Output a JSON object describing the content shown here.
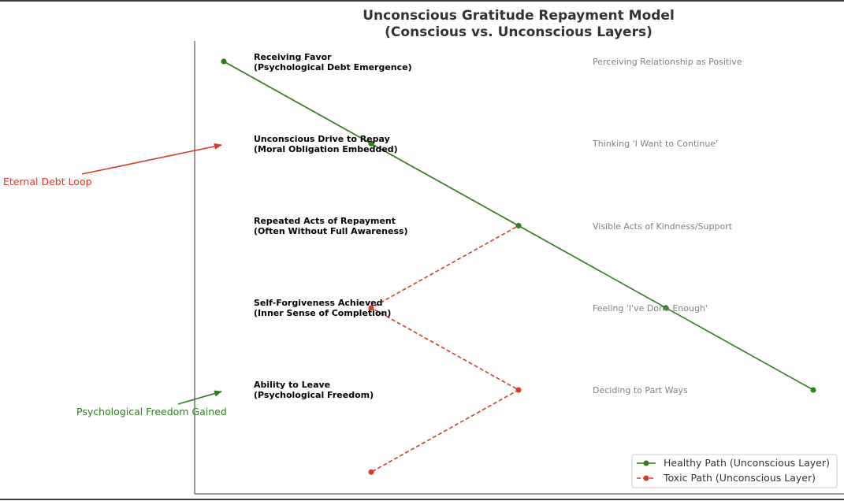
{
  "title": {
    "line1": "Unconscious Gratitude Repayment Model",
    "line2": "(Conscious vs. Unconscious Layers)"
  },
  "stages": [
    {
      "line1": "Receiving Favor",
      "line2": "(Psychological Debt Emergence)",
      "conscious": "Perceiving Relationship as Positive"
    },
    {
      "line1": "Unconscious Drive to Repay",
      "line2": "(Moral Obligation Embedded)",
      "conscious": "Thinking 'I Want to Continue'"
    },
    {
      "line1": "Repeated Acts of Repayment",
      "line2": "(Often Without Full Awareness)",
      "conscious": "Visible Acts of Kindness/Support"
    },
    {
      "line1": "Self-Forgiveness Achieved",
      "line2": "(Inner Sense of Completion)",
      "conscious": "Feeling 'I've Done Enough'"
    },
    {
      "line1": "Ability to Leave",
      "line2": "(Psychological Freedom)",
      "conscious": "Deciding to Part Ways"
    }
  ],
  "annotations": {
    "debt_loop": "Eternal Debt Loop",
    "freedom": "Psychological Freedom Gained"
  },
  "legend": {
    "healthy": "Healthy Path (Unconscious Layer)",
    "toxic": "Toxic Path (Unconscious Layer)"
  },
  "colors": {
    "healthy": "#2e7d1f",
    "toxic": "#d63a2a",
    "axis": "#333333",
    "conscious_text": "#808080"
  },
  "chart_data": {
    "type": "line",
    "xlim": [
      -0.3,
      4.1
    ],
    "ylim": [
      -0.5,
      5.0
    ],
    "series": [
      {
        "name": "Healthy Path (Unconscious Layer)",
        "style": "solid",
        "x": [
          0,
          1,
          2,
          3,
          4
        ],
        "y": [
          4.5,
          3.5,
          2.5,
          1.5,
          0.5
        ]
      },
      {
        "name": "Toxic Path (Unconscious Layer)",
        "style": "dashed",
        "x": [
          0,
          1,
          2,
          1,
          2,
          1
        ],
        "y": [
          4.5,
          3.5,
          2.5,
          1.5,
          0.5,
          -0.5
        ]
      }
    ]
  }
}
